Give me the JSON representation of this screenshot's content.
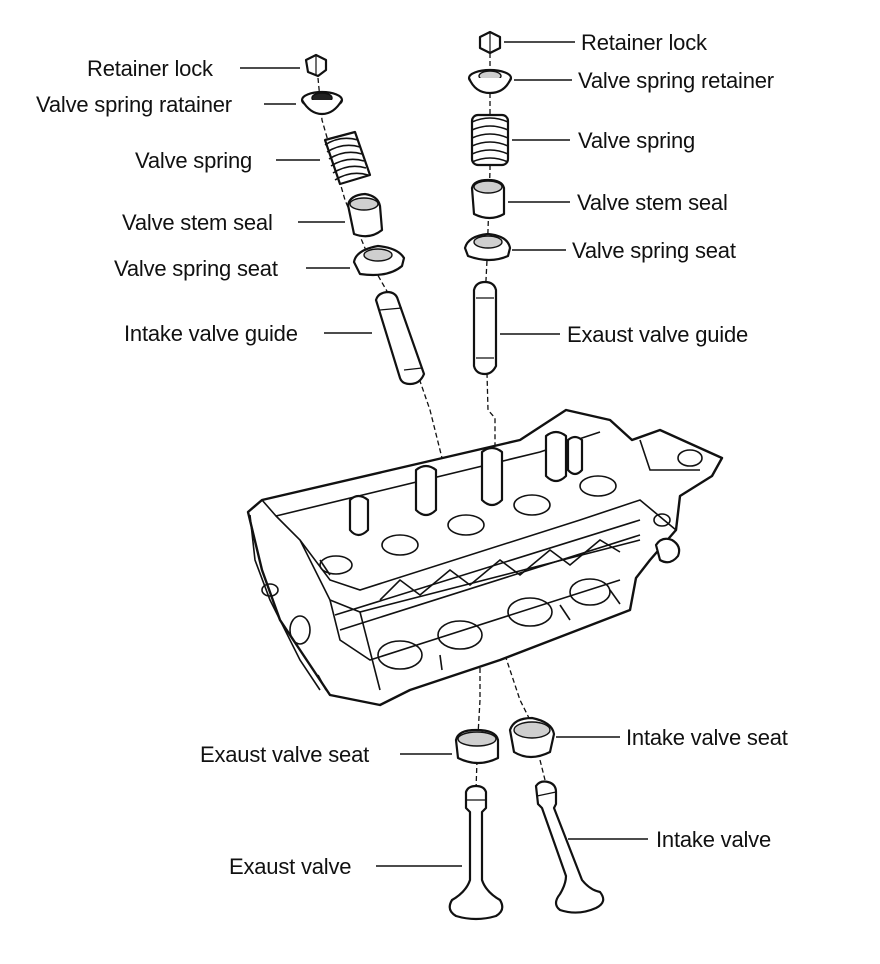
{
  "labels": {
    "left": {
      "retainer_lock": "Retainer lock",
      "valve_spring_retainer": "Valve spring ratainer",
      "valve_spring": "Valve spring",
      "valve_stem_seal": "Valve stem seal",
      "valve_spring_seat": "Valve spring seat",
      "valve_guide": "Intake valve guide"
    },
    "right": {
      "retainer_lock": "Retainer lock",
      "valve_spring_retainer": "Valve spring retainer",
      "valve_spring": "Valve spring",
      "valve_stem_seal": "Valve stem seal",
      "valve_spring_seat": "Valve spring seat",
      "valve_guide": "Exaust valve guide"
    },
    "bottom": {
      "exhaust_valve_seat": "Exaust valve seat",
      "intake_valve_seat": "Intake valve seat",
      "exhaust_valve": "Exaust valve",
      "intake_valve": "Intake valve"
    }
  }
}
